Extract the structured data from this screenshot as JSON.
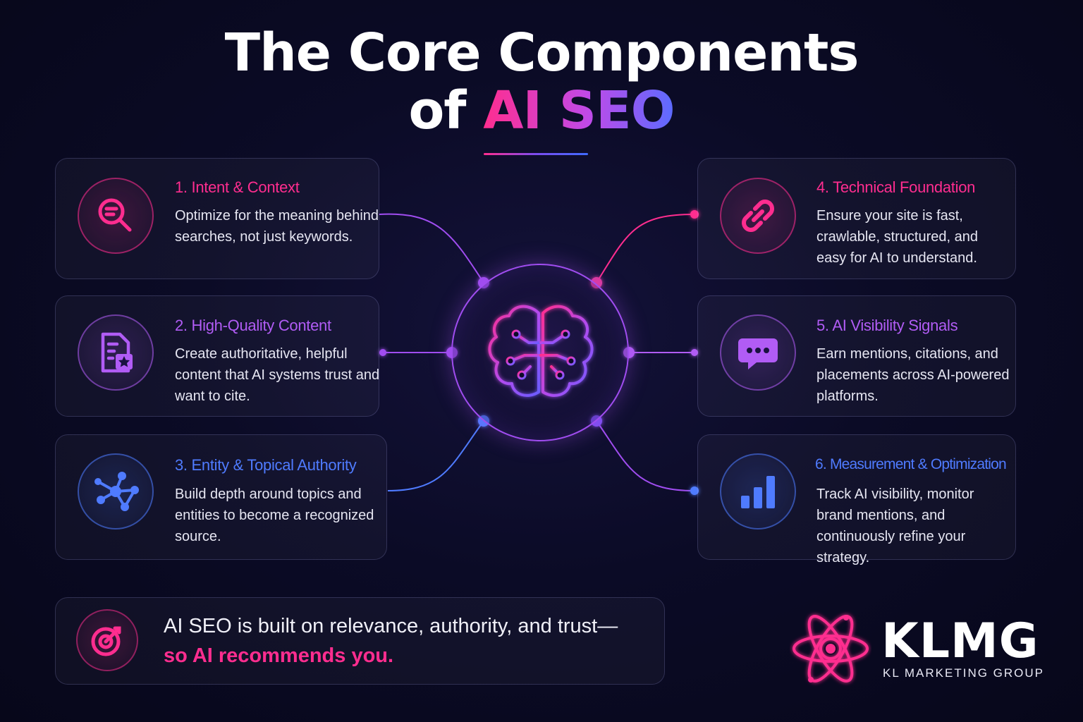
{
  "title": {
    "line1": "The Core Components",
    "line2_prefix": "of ",
    "line2_highlight": "AI SEO"
  },
  "components": [
    {
      "title": "1. Intent & Context",
      "description": "Optimize for the meaning behind searches, not just keywords.",
      "icon": "search-chat-icon",
      "color": "#ff2d8f"
    },
    {
      "title": "2. High-Quality Content",
      "description": "Create authoritative, helpful content that AI systems trust and want to cite.",
      "icon": "document-star-icon",
      "color": "#b15cf5"
    },
    {
      "title": "3. Entity & Topical Authority",
      "description": "Build depth around topics and entities to become a recognized source.",
      "icon": "network-icon",
      "color": "#4f7bff"
    },
    {
      "title": "4. Technical Foundation",
      "description": "Ensure your site is fast, crawlable, structured, and easy for AI to understand.",
      "icon": "link-icon",
      "color": "#ff2d8f"
    },
    {
      "title": "5. AI Visibility Signals",
      "description": "Earn mentions, citations, and placements across AI-powered platforms.",
      "icon": "chat-bubble-icon",
      "color": "#b15cf5"
    },
    {
      "title": "6. Measurement & Optimization",
      "description": "Track AI visibility, monitor brand mentions, and continuously refine your strategy.",
      "icon": "bar-chart-icon",
      "color": "#4f7bff"
    }
  ],
  "hub": {
    "icon": "brain-circuit-icon"
  },
  "footer": {
    "line1": "AI SEO is built on relevance, authority, and trust—",
    "line2": "so AI recommends you.",
    "icon": "target-icon"
  },
  "brand": {
    "name": "KLMG",
    "subtitle": "KL MARKETING GROUP",
    "icon": "atom-icon"
  },
  "colors": {
    "pink": "#ff2d8f",
    "purple": "#b15cf5",
    "blue": "#4f7bff",
    "background": "#0b0b26"
  }
}
